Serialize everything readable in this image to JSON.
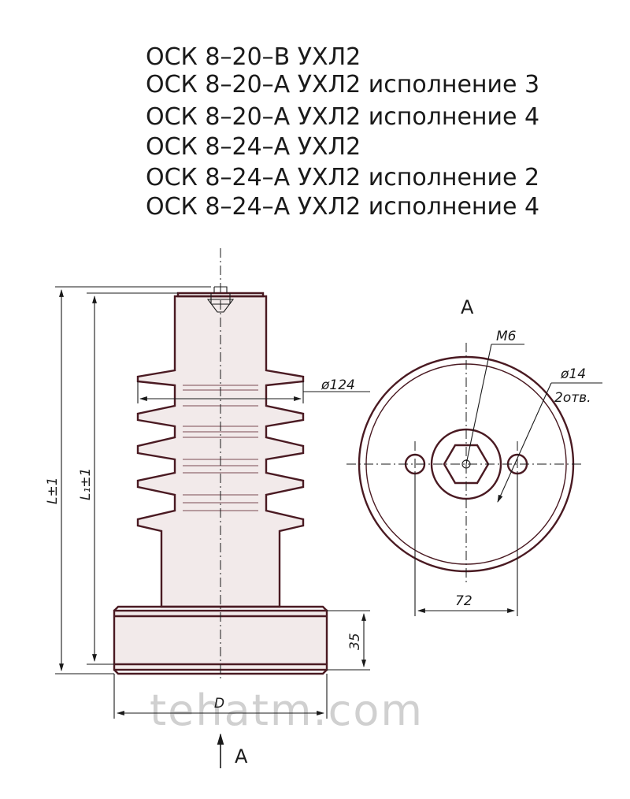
{
  "title_lines": [
    "ОСК  8–20–В  УХЛ2",
    "ОСК  8–20–А  УХЛ2  исполнение 3",
    "ОСК  8–20–А  УХЛ2  исполнение 4",
    "ОСК  8–24–А  УХЛ2",
    "ОСК  8–24–А  УХЛ2  исполнение 2",
    "ОСК  8–24–А  УХЛ2  исполнение 4"
  ],
  "dimensions": {
    "overall_height": "L±1",
    "inner_height": "L₁±1",
    "shed_diameter": "ø124",
    "base_height": "35",
    "base_diameter": "D",
    "thread": "M6",
    "hole_diameter": "ø14",
    "hole_count": "2отв.",
    "hole_spacing": "72"
  },
  "view_labels": {
    "section_top": "А",
    "section_arrow": "А"
  },
  "watermark": "tehatm.com",
  "colors": {
    "outline": "#4a1a22",
    "fill": "#f2eaea",
    "lines": "#1a1a1a"
  }
}
